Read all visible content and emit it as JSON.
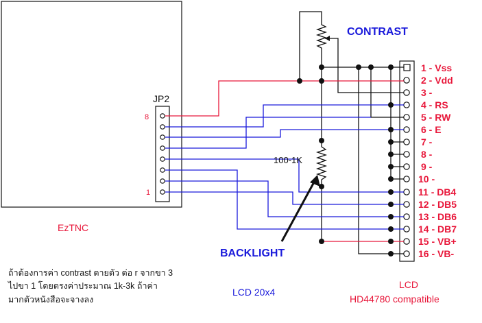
{
  "labels": {
    "contrast": "CONTRAST",
    "backlight": "BACKLIGHT",
    "resistor": "100-1K",
    "jp2": "JP2",
    "jp2_pin_top": "8",
    "jp2_pin_bottom": "1",
    "eztnc": "EzTNC",
    "lcd_model": "LCD 20x4",
    "lcd_title": "LCD",
    "lcd_subtitle": "HD44780 compatible"
  },
  "note": [
    "ถ้าต้องการค่า contrast ตายตัว  ต่อ r จากขา 3",
    "ไปขา 1  โดยตรงค่าประมาณ 1k-3k  ถ้าค่า",
    "มากตัวหนังสือจะจางลง"
  ],
  "lcd_pins": [
    "1 - Vss",
    "2 - Vdd",
    "3 -",
    "4 - RS",
    "5 - RW",
    "6 - E",
    "7 -",
    "8 -",
    "9 -",
    "10 -",
    "11 - DB4",
    "12 - DB5",
    "13 - DB6",
    "14 - DB7",
    "15 - VB+",
    "16 - VB-"
  ],
  "colors": {
    "wire_black": "#111111",
    "wire_red": "#e8173a",
    "wire_blue": "#1a1adb",
    "label_red": "#e8173a",
    "label_blue": "#1a1adb"
  }
}
